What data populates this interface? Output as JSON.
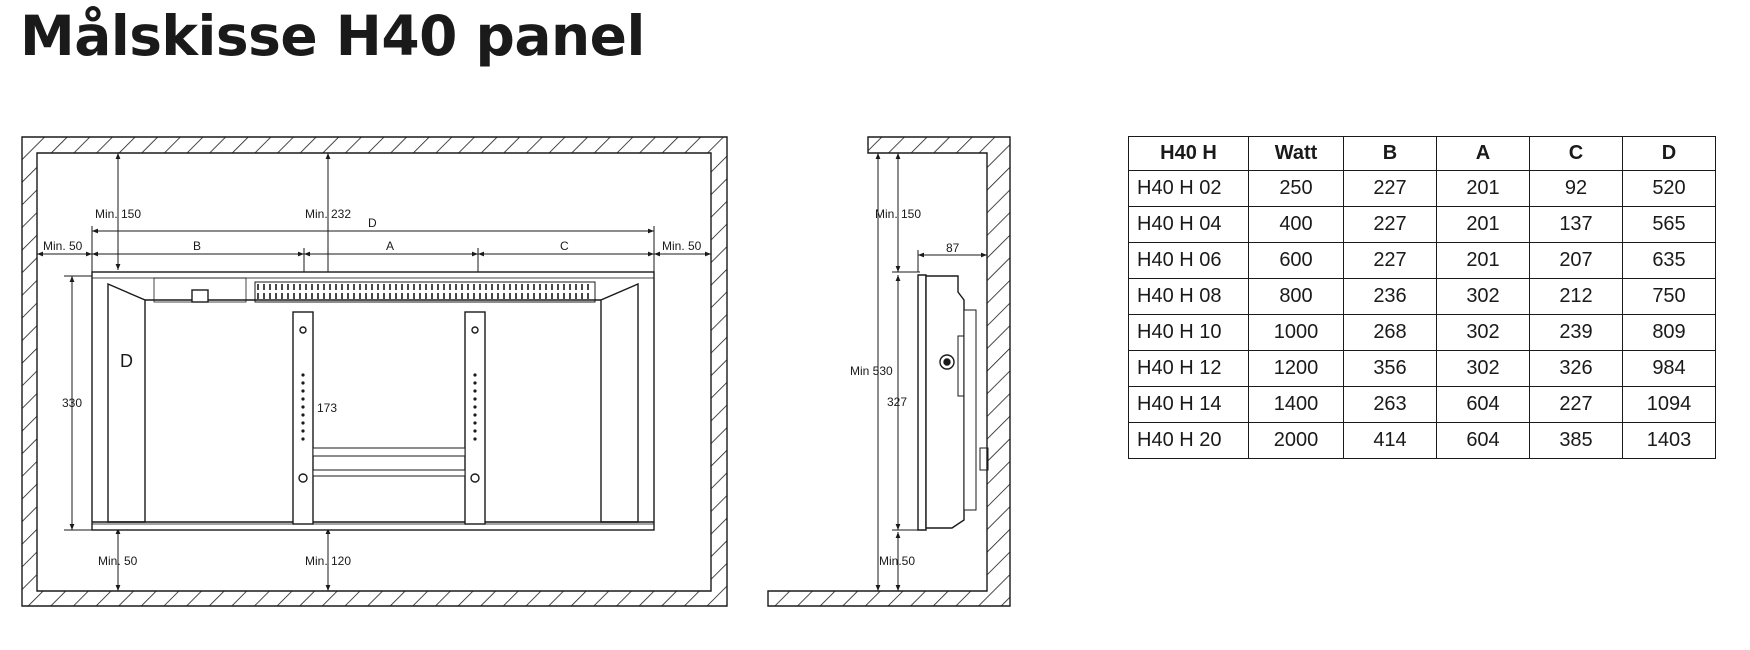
{
  "title": "Målskisse H40 panel",
  "front_view": {
    "labels": {
      "min_150": "Min. 150",
      "min_232": "Min. 232",
      "d": "D",
      "min_50_left": "Min. 50",
      "min_50_right": "Min. 50",
      "b": "B",
      "a": "A",
      "c": "C",
      "h_330": "330",
      "h_173": "173",
      "min_50_bottom": "Min. 50",
      "min_120": "Min. 120",
      "d_mark": "D"
    }
  },
  "side_view": {
    "labels": {
      "min_150": "Min. 150",
      "d_87": "87",
      "min_530": "Min 530",
      "h_327": "327",
      "min_50": "Min.50"
    }
  },
  "table": {
    "headers": [
      "H40 H",
      "Watt",
      "B",
      "A",
      "C",
      "D"
    ],
    "rows": [
      [
        "H40 H  02",
        "250",
        "227",
        "201",
        "92",
        "520"
      ],
      [
        "H40 H  04",
        "400",
        "227",
        "201",
        "137",
        "565"
      ],
      [
        "H40 H  06",
        "600",
        "227",
        "201",
        "207",
        "635"
      ],
      [
        "H40 H  08",
        "800",
        "236",
        "302",
        "212",
        "750"
      ],
      [
        "H40 H  10",
        "1000",
        "268",
        "302",
        "239",
        "809"
      ],
      [
        "H40 H  12",
        "1200",
        "356",
        "302",
        "326",
        "984"
      ],
      [
        "H40 H  14",
        "1400",
        "263",
        "604",
        "227",
        "1094"
      ],
      [
        "H40 H  20",
        "2000",
        "414",
        "604",
        "385",
        "1403"
      ]
    ]
  }
}
